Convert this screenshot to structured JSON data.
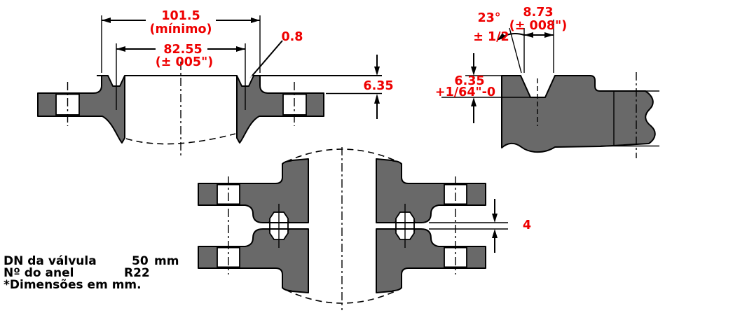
{
  "drawing": {
    "description": "Ring-type joint flange dimensional drawing",
    "colors": {
      "section_fill": "#696969",
      "dimension_text": "#ee0000",
      "line": "#000000",
      "background": "#ffffff"
    },
    "flange_section": {
      "raised_face_width": "101.5",
      "raised_face_width_note": "(mínimo)",
      "groove_pitch": "82.55",
      "groove_pitch_note": "(± 005\")",
      "groove_radius": "0.8",
      "raised_face_height": "6.35"
    },
    "groove_detail": {
      "angle": "23°",
      "angle_tolerance": "± 1/2",
      "groove_width": "8.73",
      "groove_width_note": "(± 008\")",
      "groove_depth": "6.35",
      "groove_depth_tolerance": "+1/64\"-0"
    },
    "assembly": {
      "flange_gap": "4"
    },
    "notes": {
      "rows": [
        {
          "label": "DN da válvula",
          "value": "50",
          "unit": "mm"
        },
        {
          "label": "Nº do anel",
          "value": "R22",
          "unit": ""
        }
      ],
      "footnote": "*Dimensões em mm."
    }
  }
}
